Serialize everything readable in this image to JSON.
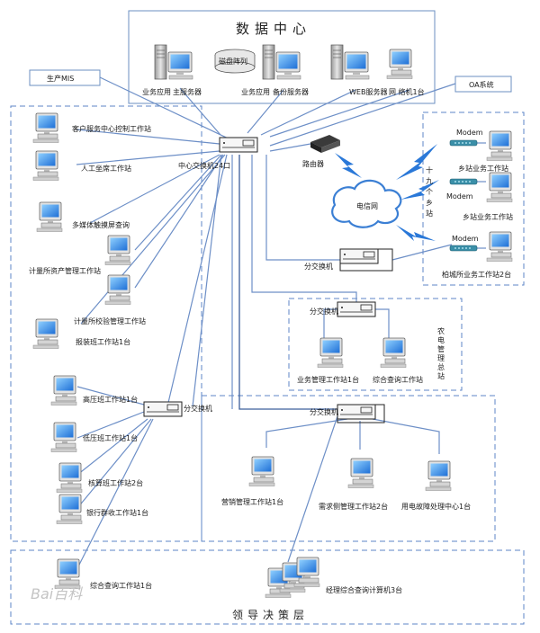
{
  "title": "数据中心",
  "footer": "领导决策层",
  "watermark": "Bai百科",
  "colors": {
    "line": "#6d8fc7",
    "lightning": "#2a78d8",
    "cloud": "#3b7fd4",
    "modem": "#3a8fa8"
  },
  "labels": {
    "prod_mis": "生产MIS",
    "oa": "OA系统",
    "biz_app": "业务应用",
    "main_server": "主服务器",
    "disk_array": "磁盘阵列",
    "biz_app2": "业务应用",
    "backup_server": "备份服务器",
    "web_server": "WEB服务器",
    "network_pc": "网 络机1台",
    "customer_ctrl": "客户服务中心控制工作站",
    "manual_seat": "人工坐席工作站",
    "center_switch": "中心交换机24口",
    "router": "路由器",
    "telecom": "电信网",
    "nineteen_towns": "十九个乡站",
    "modem1": "Modem",
    "modem2": "Modem",
    "modem3": "Modem",
    "town_ws1": "乡站业务工作站",
    "town_ws2": "乡站业务工作站",
    "town_ws3": "柏城所业务工作站2台",
    "multimedia": "多媒体触摸屏查询",
    "metering_ws": "计量所资产管理工作站",
    "metering_ctrl": "计量所校验管理工作站",
    "install_ws": "报装班工作站1台",
    "switch_a": "分交换机",
    "switch_b": "分交换机",
    "switch_c": "分交换机",
    "switch_d": "分交换机",
    "rural_title": "农电管理总站",
    "rural_biz": "业务管理工作站1台",
    "rural_query": "综合查询工作站",
    "hv_ws": "高压班工作站1台",
    "lv_ws": "低压班工作站1台",
    "calc_ws": "核算班工作站2台",
    "bank_ws": "银行群收工作站1台",
    "marketing_ws": "营销管理工作站1台",
    "demand_ws": "需求侧管理工作站2台",
    "fault_ws": "用电故障处理中心1台",
    "query_ws1": "综合查询工作站1台",
    "manager_pc": "经理综合查询计算机3台"
  }
}
